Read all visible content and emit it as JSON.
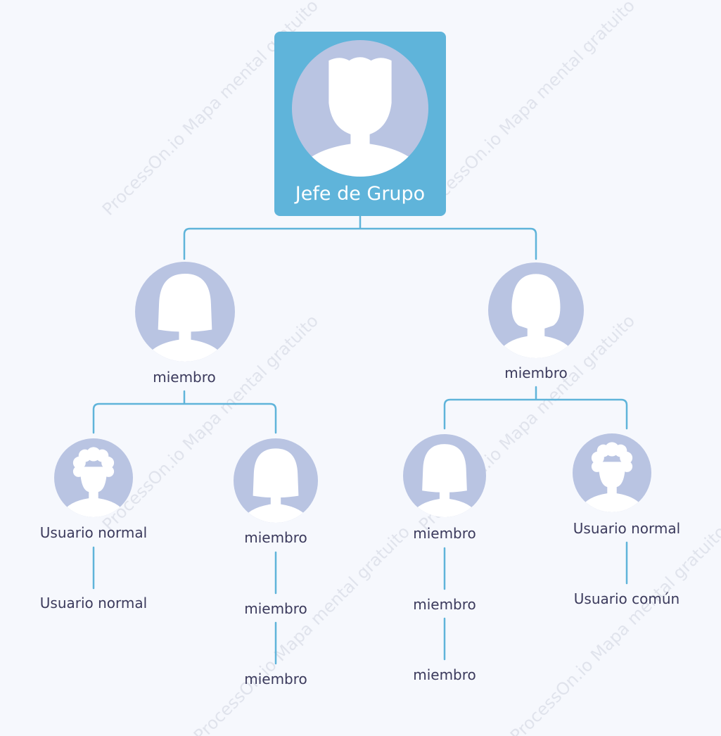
{
  "diagram": {
    "root": {
      "label": "Jefe de Grupo",
      "avatar": "male-avatar-icon"
    },
    "members": [
      {
        "label": "miembro",
        "avatar": "female-long-hair-avatar-icon",
        "children": [
          {
            "label": "Usuario normal",
            "avatar": "curly-hair-avatar-icon",
            "sub": [
              "Usuario normal"
            ]
          },
          {
            "label": "miembro",
            "avatar": "female-long-hair-avatar-icon",
            "sub": [
              "miembro",
              "miembro"
            ]
          }
        ]
      },
      {
        "label": "miembro",
        "avatar": "female-short-hair-avatar-icon",
        "children": [
          {
            "label": "miembro",
            "avatar": "female-long-hair-avatar-icon",
            "sub": [
              "miembro",
              "miembro"
            ]
          },
          {
            "label": "Usuario normal",
            "avatar": "curly-hair-avatar-icon",
            "sub": [
              "Usuario común"
            ]
          }
        ]
      }
    ],
    "watermark": "ProcessOn.io Mapa mental gratuito"
  },
  "colors": {
    "background": "#f6f8fd",
    "root_box": "#5fb4da",
    "connector": "#5fb4da",
    "avatar_circle": "#b9c4e2",
    "avatar_figure": "#ffffff",
    "label_text": "#3b3a5c",
    "root_text": "#ffffff",
    "watermark": "#d9dde7"
  }
}
